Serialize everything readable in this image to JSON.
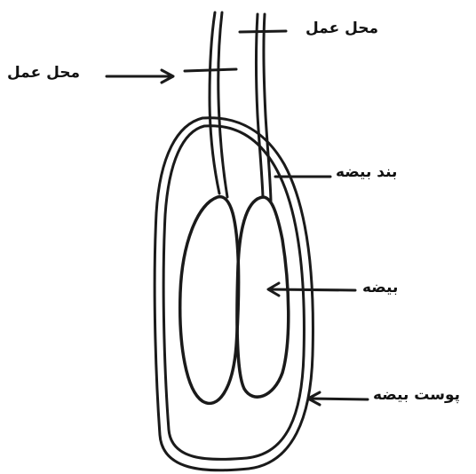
{
  "labels": {
    "cut_site_top": "محل عمل",
    "cut_site_left": "محل عمل",
    "spermatic_cord": "بند بیضه",
    "testis": "بیضه",
    "scrotum": "پوست بیضه"
  },
  "colors": {
    "ink": "#1a1a1a",
    "background": "#ffffff"
  }
}
